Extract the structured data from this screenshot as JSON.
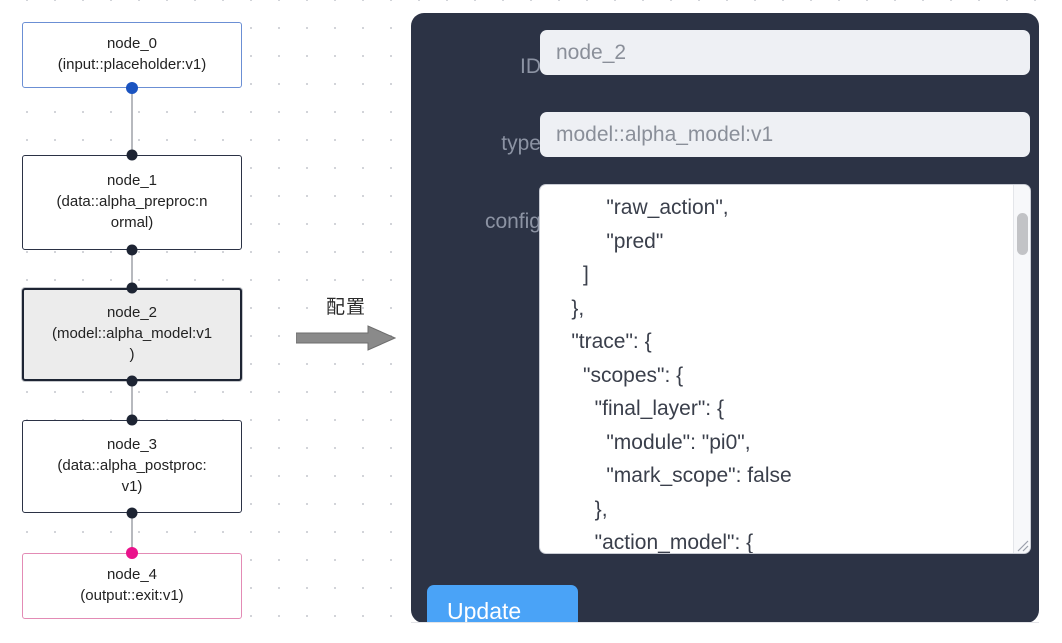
{
  "canvas": {
    "background_color": "#ffffff",
    "dot_color": "#d2d4d9",
    "nodes": [
      {
        "id": "node_0",
        "title": "node_0",
        "subtitle": "(input::placeholder:v1)",
        "kind": "input",
        "border_color": "#6b8fd4",
        "fill_color": "#ffffff",
        "selected": false,
        "handles": {
          "source_color": "#1a53c0"
        }
      },
      {
        "id": "node_1",
        "title": "node_1",
        "subtitle": "(data::alpha_preproc:n",
        "subtitle_cont": "ormal)",
        "kind": "default",
        "border_color": "#2b3245",
        "fill_color": "#ffffff",
        "selected": false,
        "handles": {
          "source_color": "#1d2433"
        }
      },
      {
        "id": "node_2",
        "title": "node_2",
        "subtitle": "(model::alpha_model:v1",
        "subtitle_cont": ")",
        "kind": "model",
        "border_color": "#1d2433",
        "fill_color": "#ececec",
        "selected": true,
        "handles": {
          "source_color": "#1d2433"
        }
      },
      {
        "id": "node_3",
        "title": "node_3",
        "subtitle": "(data::alpha_postproc:",
        "subtitle_cont": "v1)",
        "kind": "default",
        "border_color": "#2b3245",
        "fill_color": "#ffffff",
        "selected": false,
        "handles": {
          "source_color": "#1d2433"
        }
      },
      {
        "id": "node_4",
        "title": "node_4",
        "subtitle": "(output::exit:v1)",
        "kind": "output",
        "border_color": "#e38bb5",
        "fill_color": "#ffffff",
        "selected": false,
        "handles": {
          "target_color": "#ea128c"
        }
      }
    ],
    "edges": [
      {
        "from": "node_0",
        "to": "node_1",
        "color": "#b7b9be"
      },
      {
        "from": "node_1",
        "to": "node_2",
        "color": "#b7b9be"
      },
      {
        "from": "node_2",
        "to": "node_3",
        "color": "#b7b9be"
      },
      {
        "from": "node_3",
        "to": "node_4",
        "color": "#b7b9be"
      }
    ]
  },
  "annotation": {
    "label": "配置",
    "arrow_icon": "right-arrow-icon",
    "arrow_color": "#7d7d7d"
  },
  "panel": {
    "background_color": "#2c3345",
    "label_color": "#8c93a3",
    "fields": [
      {
        "name": "id",
        "label": "ID",
        "value": "node_2"
      },
      {
        "name": "type",
        "label": "type",
        "value": "model::alpha_model:v1"
      },
      {
        "name": "config",
        "label": "config",
        "value": ""
      }
    ],
    "id_label": "ID",
    "id_value": "node_2",
    "type_label": "type",
    "type_value": "model::alpha_model:v1",
    "config_label": "config",
    "config_value": "          \"raw_action\",\n          \"pred\"\n      ]\n    },\n    \"trace\": {\n      \"scopes\": {\n        \"final_layer\": {\n          \"module\": \"pi0\",\n          \"mark_scope\": false\n        },\n        \"action_model\": {",
    "config_scrollbar": {
      "thumb_color": "#c2c3c6",
      "track_color": "#f7f8fa"
    },
    "update_button": {
      "label": "Update",
      "color": "#4aa3f7",
      "text_color": "#ffffff"
    }
  }
}
